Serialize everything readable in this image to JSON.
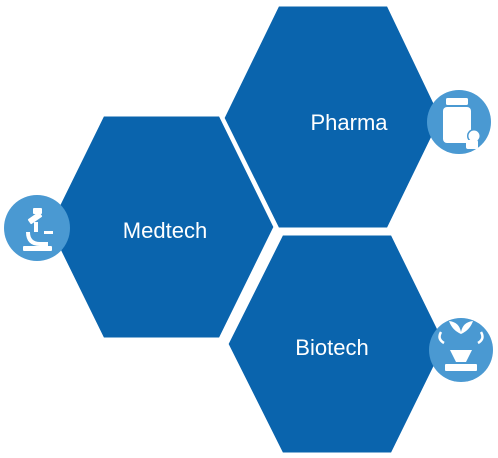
{
  "colors": {
    "hexagon": "#0a64ad",
    "badge": "#4a99d2",
    "background": "#ffffff",
    "label_text": "#ffffff",
    "icon_glyph": "#ffffff"
  },
  "hexagons": [
    {
      "label": "Medtech",
      "icon": "microscope-icon"
    },
    {
      "label": "Pharma",
      "icon": "pill-bottle-icon"
    },
    {
      "label": "Biotech",
      "icon": "plant-sprout-icon"
    }
  ]
}
